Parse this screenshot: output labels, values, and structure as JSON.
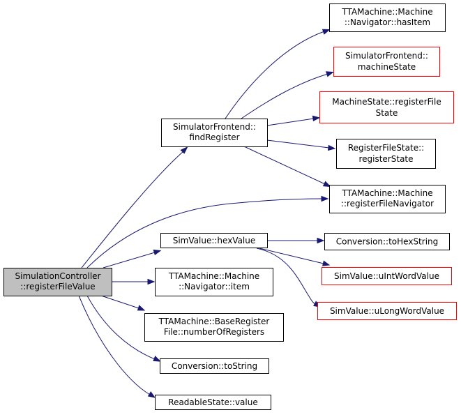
{
  "graph": {
    "edge_color": "#191970",
    "highlight_border_color": "#ff0000",
    "root_fill": "#bfbfbf",
    "nodes": {
      "root": [
        "SimulationController",
        "::registerFileValue"
      ],
      "sf_findRegister": [
        "SimulatorFrontend::",
        "findRegister"
      ],
      "sv_hexValue": [
        "SimValue::hexValue"
      ],
      "tta_nav_item": [
        "TTAMachine::Machine",
        "::Navigator::item"
      ],
      "tta_base_reg": [
        "TTAMachine::BaseRegister",
        "File::numberOfRegisters"
      ],
      "conv_toString": [
        "Conversion::toString"
      ],
      "readable_value": [
        "ReadableState::value"
      ],
      "tta_nav_hasItem": [
        "TTAMachine::Machine",
        "::Navigator::hasItem"
      ],
      "sf_machineState": [
        "SimulatorFrontend::",
        "machineState"
      ],
      "ms_registerFileState": [
        "MachineState::registerFile",
        "State"
      ],
      "rfs_registerState": [
        "RegisterFileState::",
        "registerState"
      ],
      "tta_regFileNav": [
        "TTAMachine::Machine",
        "::registerFileNavigator"
      ],
      "conv_toHexString": [
        "Conversion::toHexString"
      ],
      "sv_uIntWordValue": [
        "SimValue::uIntWordValue"
      ],
      "sv_uLongWordValue": [
        "SimValue::uLongWordValue"
      ]
    }
  }
}
